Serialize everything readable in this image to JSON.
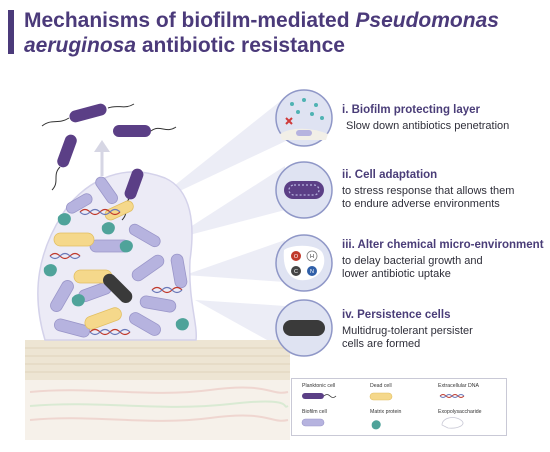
{
  "title": {
    "line1": "Mechanisms of biofilm-mediated ",
    "italic1": "Pseudomonas",
    "italic2": "aeruginosa",
    "line2": " antibiotic resistance"
  },
  "mechanisms": [
    {
      "title": "i. Biofilm protecting layer",
      "desc1": "Slow down antibiotics penetration",
      "desc2": ""
    },
    {
      "title": "ii. Cell adaptation",
      "desc1": "to stress response that allows them",
      "desc2": "to endure adverse environments"
    },
    {
      "title": "iii. Alter chemical micro-environment",
      "desc1": "to delay bacterial growth and",
      "desc2": "lower antibiotic uptake"
    },
    {
      "title": "iv. Persistence cells",
      "desc1": "Multidrug-tolerant persister",
      "desc2": "cells are formed"
    }
  ],
  "chemicals": [
    "O",
    "H",
    "C",
    "N"
  ],
  "legend": {
    "planktonic": "Planktonic cell",
    "dead": "Dead cell",
    "edna": "Extracellular DNA",
    "biofilm": "Biofilm cell",
    "matrix": "Matrix protein",
    "exopoly": "Exopolysaccharide"
  },
  "colors": {
    "title": "#4b3a7a",
    "planktonic": "#5b3f86",
    "biofilm": "#b6b3df",
    "dead": "#f5d88b",
    "matrix": "#4fa39a",
    "persister": "#3a3a3a",
    "dna_red": "#c0392b",
    "dna_blue": "#6b79b8"
  }
}
